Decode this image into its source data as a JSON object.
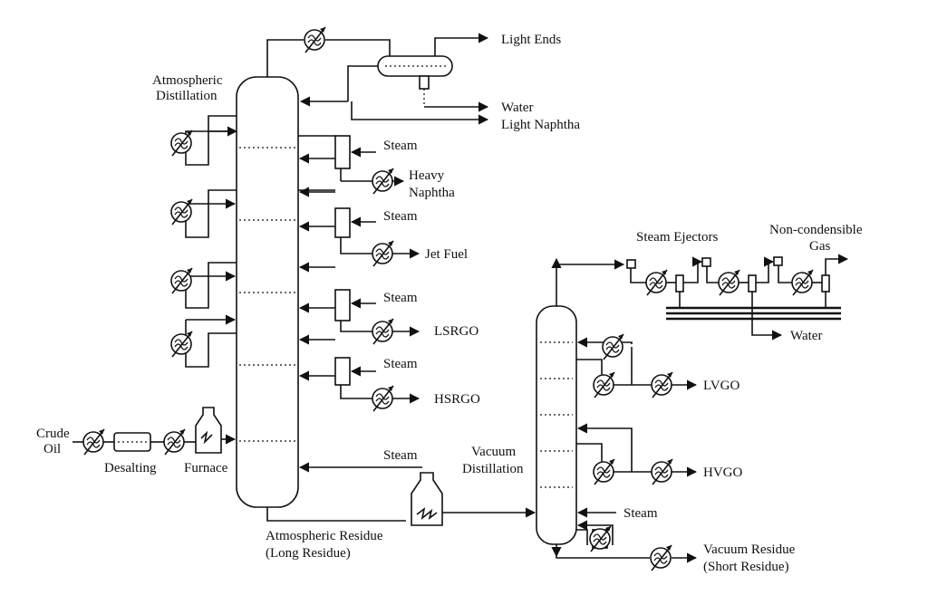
{
  "labels": {
    "light_ends": "Light Ends",
    "atm_distillation_1": "Atmospheric",
    "atm_distillation_2": "Distillation",
    "water_top": "Water",
    "light_naphtha": "Light Naphtha",
    "steam_1": "Steam",
    "heavy_naphtha_1": "Heavy",
    "heavy_naphtha_2": "Naphtha",
    "steam_2": "Steam",
    "jet_fuel": "Jet Fuel",
    "steam_3": "Steam",
    "lsrgo": "LSRGO",
    "steam_4": "Steam",
    "hsrgo": "HSRGO",
    "steam_5": "Steam",
    "crude_oil_1": "Crude",
    "crude_oil_2": "Oil",
    "desalting": "Desalting",
    "furnace": "Furnace",
    "atm_residue_1": "Atmospheric Residue",
    "atm_residue_2": "(Long Residue)",
    "vacuum_distillation_1": "Vacuum",
    "vacuum_distillation_2": "Distillation",
    "steam_ejectors": "Steam Ejectors",
    "non_condensible_1": "Non-condensible",
    "non_condensible_2": "Gas",
    "water_ejector": "Water",
    "lvgo": "LVGO",
    "hvgo": "HVGO",
    "steam_vac": "Steam",
    "vacuum_residue_1": "Vacuum Residue",
    "vacuum_residue_2": "(Short Residue)"
  }
}
